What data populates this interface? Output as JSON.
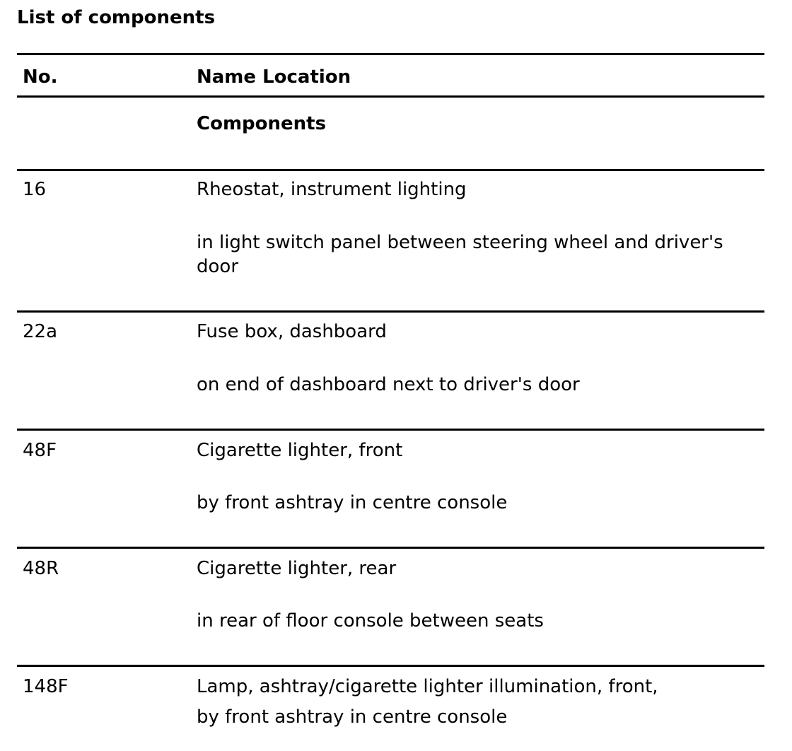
{
  "title": "List of components",
  "header": {
    "no": "No.",
    "name_location": "Name Location"
  },
  "section_heading": "Components",
  "rows": [
    {
      "no": "16",
      "name": "Rheostat, instrument lighting",
      "location": "in light switch panel between steering wheel and driver's door"
    },
    {
      "no": "22a",
      "name": "Fuse box, dashboard",
      "location": "on end of dashboard next to driver's door"
    },
    {
      "no": "48F",
      "name": "Cigarette lighter, front",
      "location": "by front ashtray in centre console"
    },
    {
      "no": "48R",
      "name": "Cigarette lighter, rear",
      "location": "in rear of floor console between seats"
    },
    {
      "no": "148F",
      "name": "Lamp, ashtray/cigarette lighter illumination, front,",
      "location": "by front ashtray in centre console"
    }
  ]
}
